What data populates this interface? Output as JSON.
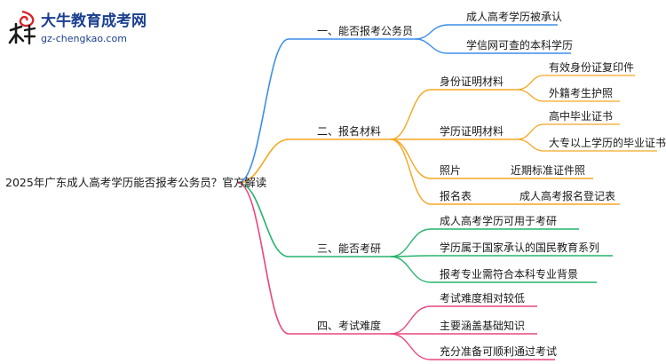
{
  "logo": {
    "name": "大牛教育成考网",
    "url": "gz-chengkao.com"
  },
  "root": "2025年广东成人高考学历能否报考公务员？官方解读",
  "colors": {
    "blue": "#3b8ee8",
    "orange": "#f5a623",
    "green": "#27b36b",
    "pink": "#e8477d",
    "logo": "#1b3f8f"
  },
  "branches": [
    {
      "label": "一、能否报考公务员",
      "children": [
        {
          "label": "成人高考学历被承认"
        },
        {
          "label": "学信网可查的本科学历"
        }
      ]
    },
    {
      "label": "二、报名材料",
      "children": [
        {
          "label": "身份证明材料",
          "children": [
            "有效身份证复印件",
            "外籍考生护照"
          ]
        },
        {
          "label": "学历证明材料",
          "children": [
            "高中毕业证书",
            "大专以上学历的毕业证书"
          ]
        },
        {
          "label": "照片",
          "children": [
            "近期标准证件照"
          ]
        },
        {
          "label": "报名表",
          "children": [
            "成人高考报名登记表"
          ]
        }
      ]
    },
    {
      "label": "三、能否考研",
      "children": [
        {
          "label": "成人高考学历可用于考研"
        },
        {
          "label": "学历属于国家承认的国民教育系列"
        },
        {
          "label": "报考专业需符合本科专业背景"
        }
      ]
    },
    {
      "label": "四、考试难度",
      "children": [
        {
          "label": "考试难度相对较低"
        },
        {
          "label": "主要涵盖基础知识"
        },
        {
          "label": "充分准备可顺利通过考试"
        }
      ]
    }
  ]
}
